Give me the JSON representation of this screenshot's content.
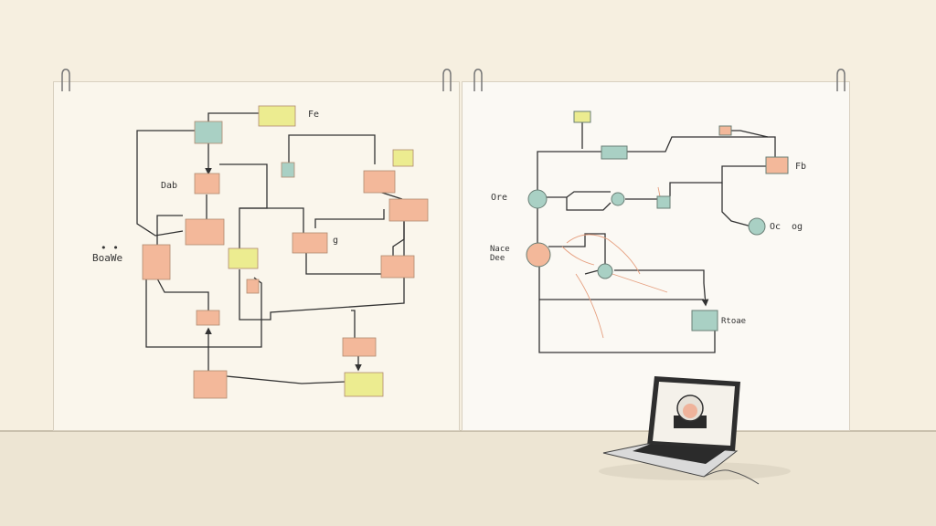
{
  "colors": {
    "wall": "#f6efe0",
    "floor": "#ede5d3",
    "sticky_orange": "#f3b89a",
    "sticky_yellow": "#ecec90",
    "sticky_teal": "#a9d0c4",
    "ink": "#333333"
  },
  "left_board": {
    "labels": {
      "bowe": "BoaWe",
      "bowe_mark": "• •",
      "da": "Dab",
      "fe": "Fe",
      "g": "g"
    }
  },
  "right_board": {
    "labels": {
      "ore": "Ore",
      "nace_line1": "Nace",
      "nace_line2": "Dee",
      "fb": "Fb",
      "oc": "Oc",
      "og": "og",
      "dtoae": "Rtoae"
    }
  },
  "icons": {
    "clips": "binder-clip-icon",
    "laptop": "laptop-icon",
    "avatar": "person-avatar-icon"
  }
}
